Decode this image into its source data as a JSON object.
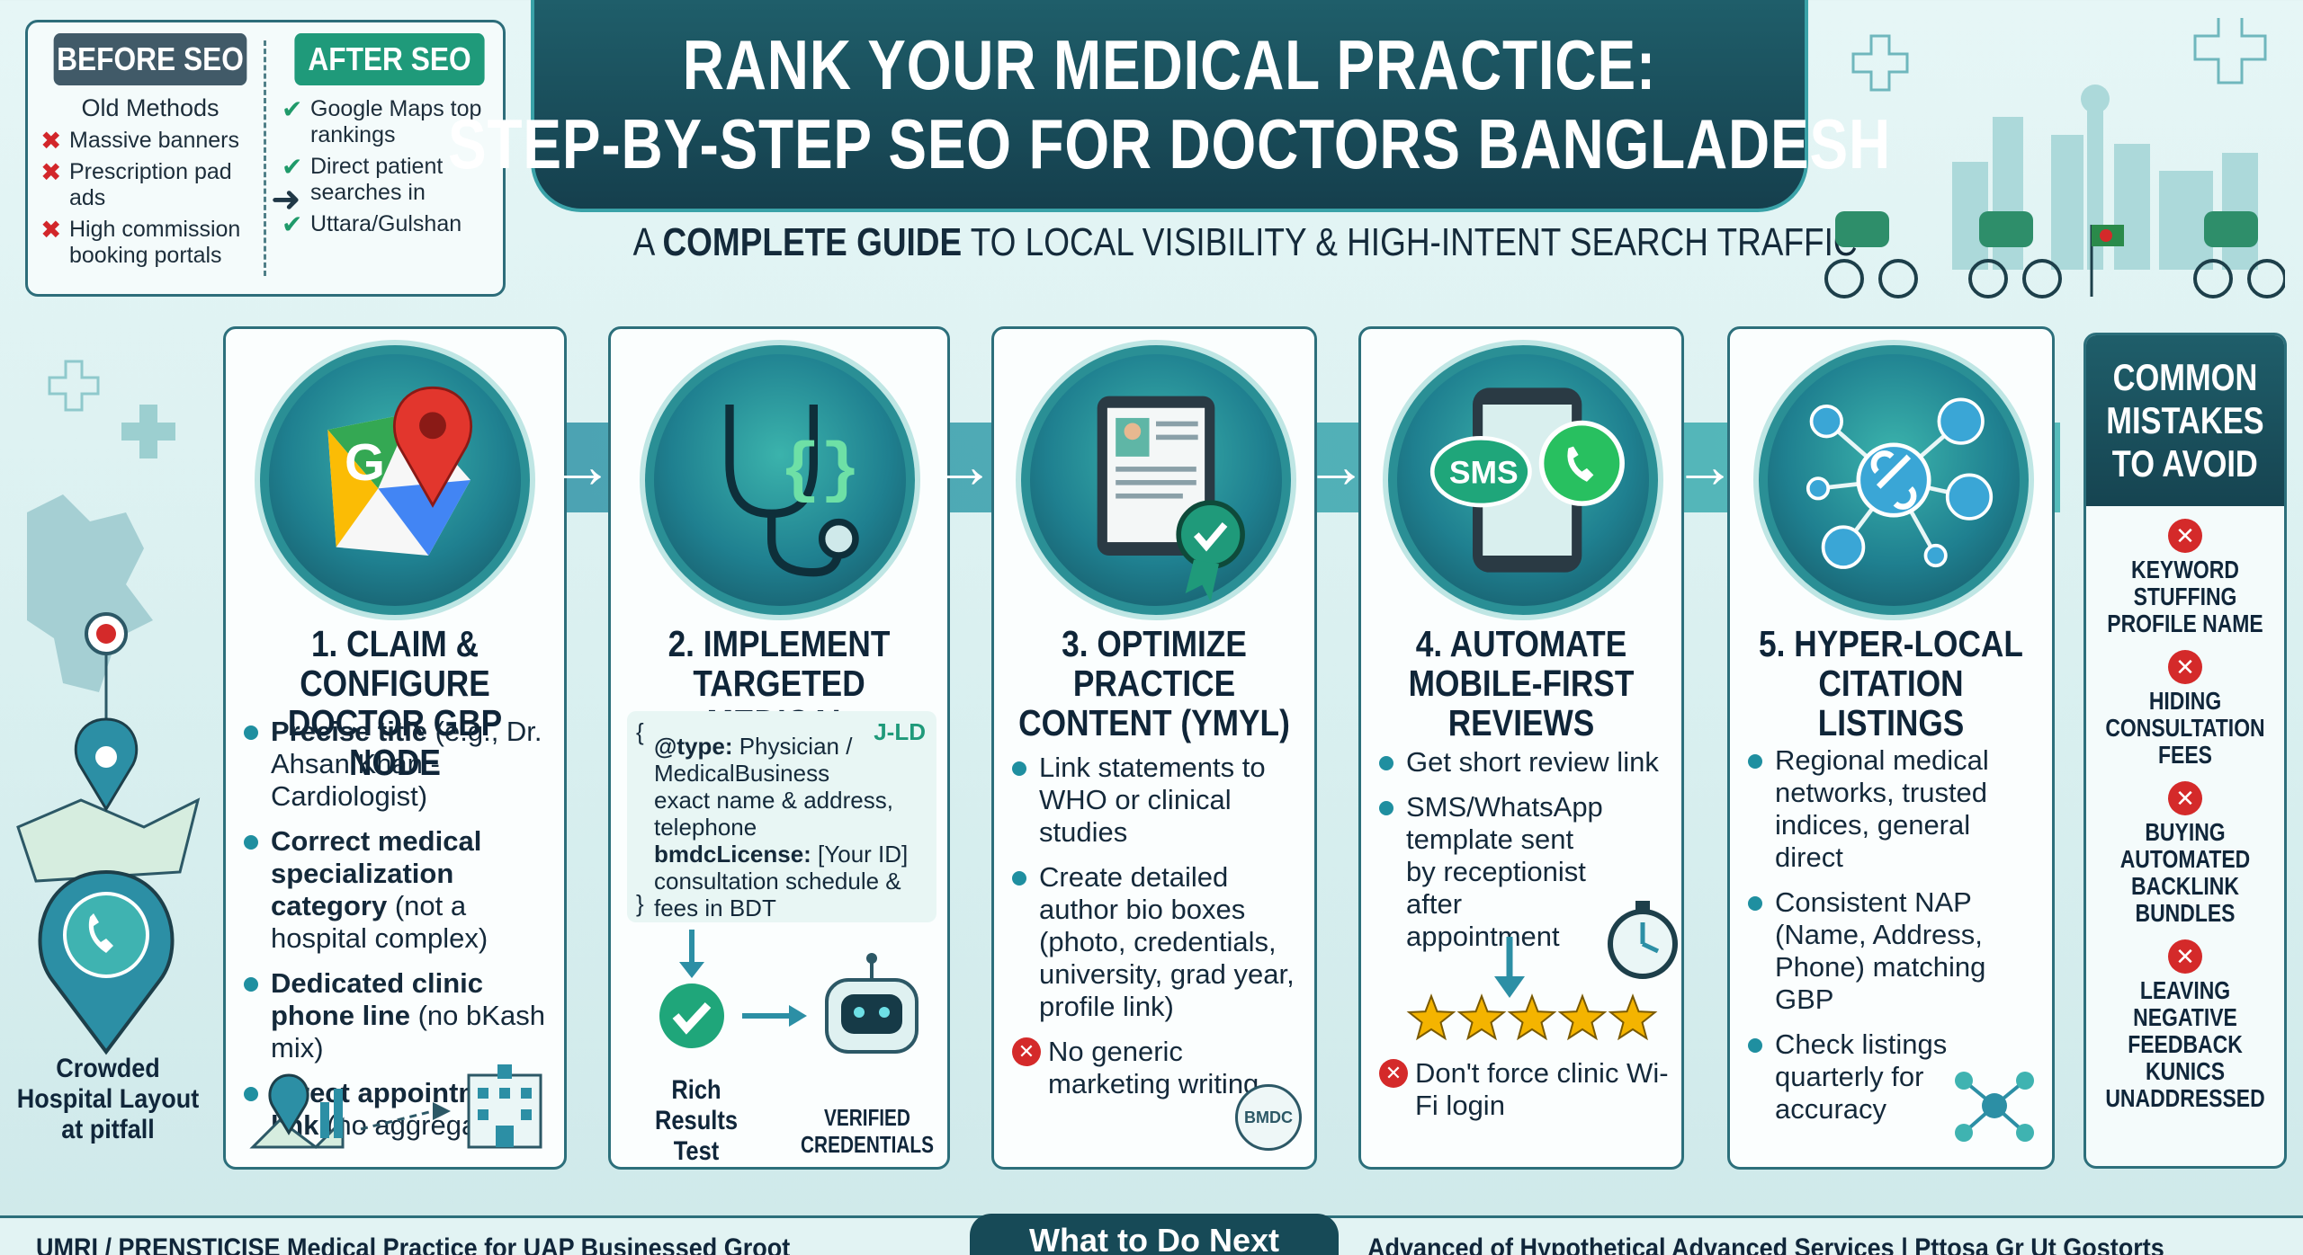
{
  "before_after": {
    "before_label": "BEFORE SEO",
    "before_sub": "Old Methods",
    "before_items": [
      "Massive banners",
      "Prescription pad ads",
      "High commission booking portals"
    ],
    "after_label": "AFTER SEO",
    "after_items": [
      "Google Maps top rankings",
      "Direct patient searches in",
      "Uttara/Gulshan"
    ]
  },
  "title": {
    "line1": "RANK YOUR MEDICAL PRACTICE:",
    "line2": "STEP-BY-STEP SEO FOR DOCTORS BANGLADESH"
  },
  "subtitle": {
    "pre": "A ",
    "bold": "COMPLETE GUIDE",
    "post": " TO LOCAL VISIBILITY & HIGH-INTENT SEARCH TRAFFIC"
  },
  "left_caption": "Crowded Hospital Layout at pitfall",
  "steps": [
    {
      "title": "1. CLAIM & CONFIGURE DOCTOR GBP NODE",
      "icon_letter": "G",
      "bullets": [
        {
          "bold": "Precise title",
          "text": " (e.g., Dr. Ahsan Khan - Cardiologist)"
        },
        {
          "bold": "Correct medical specialization category",
          "text": " (not a hospital complex)"
        },
        {
          "bold": "Dedicated clinic phone line",
          "text": " (no bKash mix)"
        },
        {
          "bold": "Direct appointment link",
          "text": " (no aggregator)"
        }
      ]
    },
    {
      "title": "2. IMPLEMENT TARGETED MEDICAL SCHEMA",
      "schema": {
        "open": "{",
        "tag": "J-LD",
        "type_label": "@type:",
        "type_value": " Physician / MedicalBusiness",
        "line2": "exact name & address, telephone",
        "license_label": "bmdcLicense:",
        "license_value": " [Your ID]",
        "line4": "consultation schedule & fees in BDT",
        "close": "}"
      },
      "rich_results": "Rich Results Test",
      "verified": "VERIFIED CREDENTIALS"
    },
    {
      "title": "3. OPTIMIZE PRACTICE CONTENT (YMYL)",
      "bullets": [
        "Link statements to WHO or clinical studies",
        "Create detailed author bio boxes (photo, credentials, university, grad year, profile link)"
      ],
      "negative": "No generic marketing writing",
      "seal": "BMDC"
    },
    {
      "title": "4. AUTOMATE MOBILE-FIRST REVIEWS",
      "sms_label": "SMS",
      "bullets": [
        "Get short review link",
        "SMS/WhatsApp template sent by receptionist after appointment"
      ],
      "negative": "Don't force clinic Wi-Fi login",
      "stars": 5
    },
    {
      "title": "5. HYPER-LOCAL CITATION LISTINGS",
      "bullets": [
        "Regional medical networks, trusted indices, general direct",
        "Consistent NAP (Name, Address, Phone) matching GBP",
        "Check listings quarterly for accuracy"
      ]
    }
  ],
  "mistakes": {
    "heading": [
      "COMMON",
      "MISTAKES",
      "TO AVOID"
    ],
    "items": [
      "KEYWORD\nSTUFFING\nPROFILE NAME",
      "HIDING\nCONSULTATION\nFEES",
      "BUYING\nAUTOMATED\nBACKLINK\nBUNDLES",
      "LEAVING\nNEGATIVE\nFEEDBACK\nKUNICS\nUNADDRESSED"
    ]
  },
  "bottom": {
    "left": "UMRI / PRENSTICISE Medical Practice for UAP Businessed Groot",
    "center": "What to Do Next",
    "right": "Advanced of Hypothetical Advanced Services | Pttosa Gr Ut Gostorts"
  },
  "colors": {
    "primary_dark": "#174a57",
    "teal": "#1f8fa0",
    "green": "#1f9a7a",
    "red": "#d42a2a",
    "star": "#f4b400"
  }
}
